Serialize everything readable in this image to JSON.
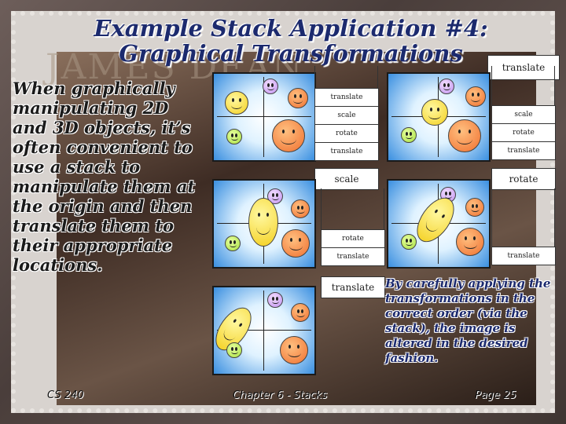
{
  "title_line1": "Example Stack Application #4:",
  "title_line2": "Graphical Transformations",
  "body": "When graphically manipulating 2D and 3D objects, it’s often convenient to use a stack to manipulate them at the origin and then translate them to their appropriate locations.",
  "stamp_text": "JAMES DEAN",
  "top_stack_label": "translate",
  "stack1": [
    "translate",
    "scale",
    "rotate",
    "translate"
  ],
  "stack2": [
    "scale",
    "rotate",
    "translate"
  ],
  "op_scale": "scale",
  "op_rotate": "rotate",
  "stack3": [
    "rotate",
    "translate"
  ],
  "stack4": [
    "translate"
  ],
  "op_translate": "translate",
  "caption": "By carefully applying the transformations in the correct order (via the stack), the image is altered in the desired fashion.",
  "footer": {
    "left": "CS 240",
    "center": "Chapter 6 - Stacks",
    "right": "Page 25"
  },
  "colors": {
    "title": "#1c2a6e",
    "panel_edge": "#3a8fe0"
  }
}
